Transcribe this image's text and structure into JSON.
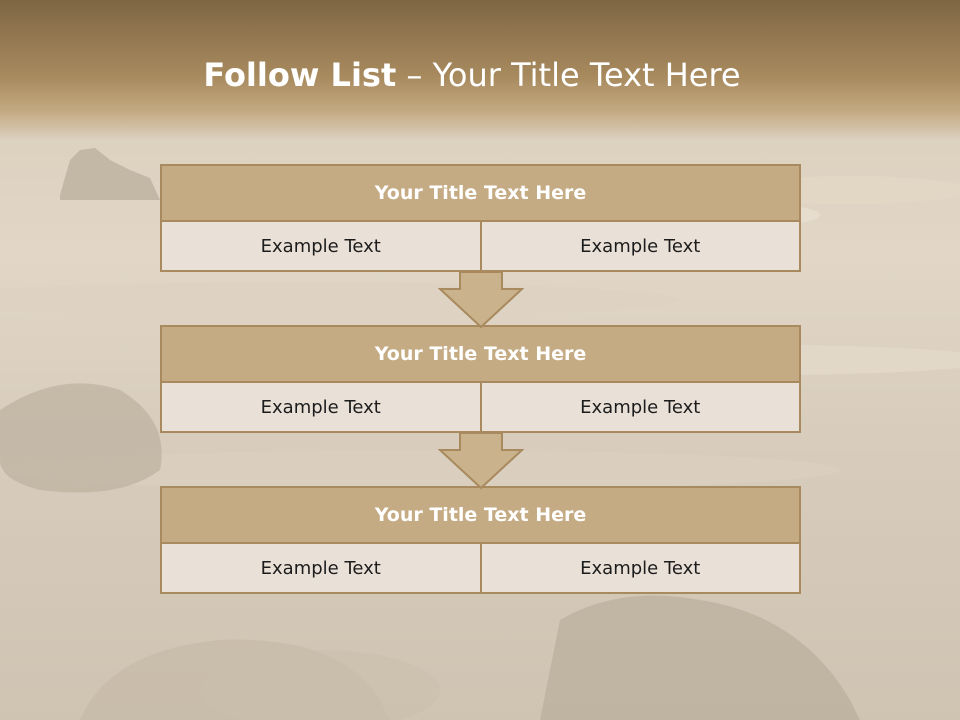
{
  "title": {
    "bold": "Follow List",
    "rest": " – Your Title Text Here"
  },
  "steps": [
    {
      "title": "Your Title Text Here",
      "cells": [
        "Example Text",
        "Example Text"
      ]
    },
    {
      "title": "Your Title Text Here",
      "cells": [
        "Example Text",
        "Example Text"
      ]
    },
    {
      "title": "Your Title Text Here",
      "cells": [
        "Example Text",
        "Example Text"
      ]
    }
  ],
  "colors": {
    "header": "#a88a5e",
    "title_fill": "#c4ab84",
    "cell_fill": "#e9e1d8",
    "border": "#a88a5e",
    "arrow_fill": "#c9b28c"
  }
}
